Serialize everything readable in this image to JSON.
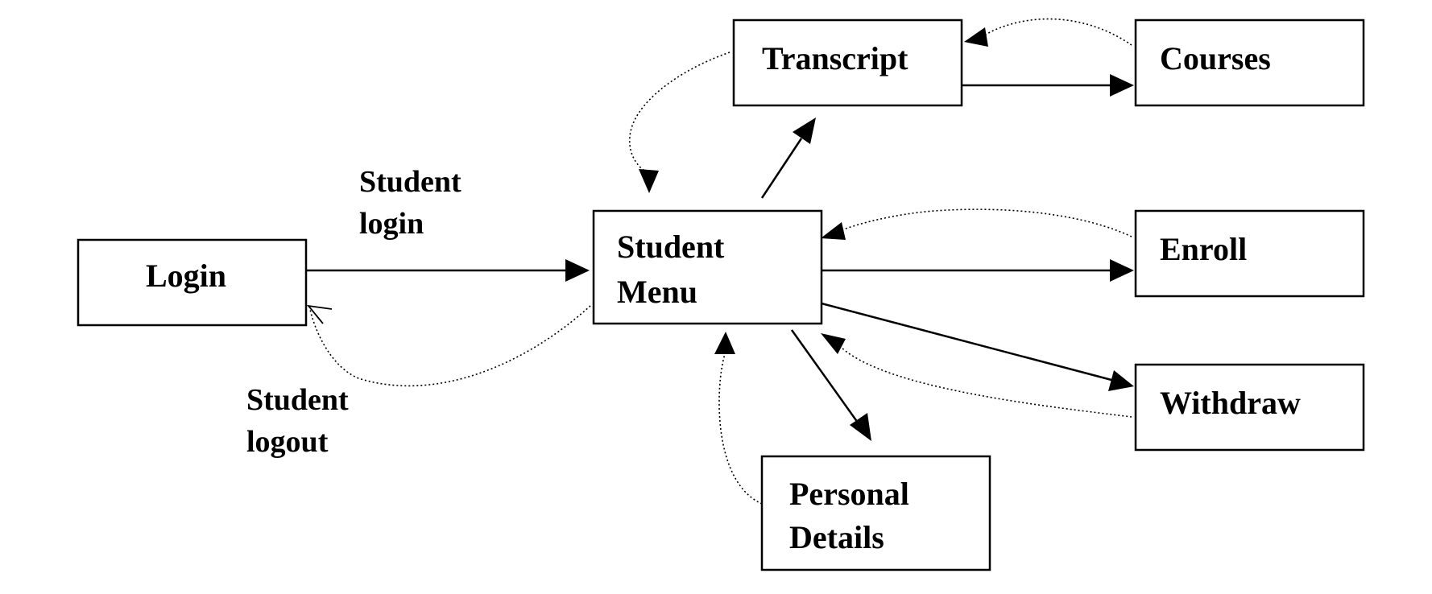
{
  "nodes": {
    "login": {
      "label_lines": [
        "Login"
      ]
    },
    "student_menu": {
      "label_lines": [
        "Student",
        "Menu"
      ]
    },
    "transcript": {
      "label_lines": [
        "Transcript"
      ]
    },
    "courses": {
      "label_lines": [
        "Courses"
      ]
    },
    "enroll": {
      "label_lines": [
        "Enroll"
      ]
    },
    "withdraw": {
      "label_lines": [
        "Withdraw"
      ]
    },
    "personal_details": {
      "label_lines": [
        "Personal",
        "Details"
      ]
    }
  },
  "edge_labels": {
    "student_login": {
      "lines": [
        "Student",
        "login"
      ]
    },
    "student_logout": {
      "lines": [
        "Student",
        "logout"
      ]
    }
  },
  "edges": [
    {
      "from": "Login",
      "to": "Student Menu",
      "style": "solid",
      "label": "Student login"
    },
    {
      "from": "Student Menu",
      "to": "Login",
      "style": "dotted",
      "label": "Student logout"
    },
    {
      "from": "Student Menu",
      "to": "Transcript",
      "style": "solid"
    },
    {
      "from": "Transcript",
      "to": "Student Menu",
      "style": "dotted"
    },
    {
      "from": "Transcript",
      "to": "Courses",
      "style": "solid"
    },
    {
      "from": "Courses",
      "to": "Transcript",
      "style": "dotted"
    },
    {
      "from": "Student Menu",
      "to": "Enroll",
      "style": "solid"
    },
    {
      "from": "Enroll",
      "to": "Student Menu",
      "style": "dotted"
    },
    {
      "from": "Student Menu",
      "to": "Withdraw",
      "style": "solid"
    },
    {
      "from": "Withdraw",
      "to": "Student Menu",
      "style": "dotted"
    },
    {
      "from": "Student Menu",
      "to": "Personal Details",
      "style": "solid"
    },
    {
      "from": "Personal Details",
      "to": "Student Menu",
      "style": "dotted"
    }
  ]
}
